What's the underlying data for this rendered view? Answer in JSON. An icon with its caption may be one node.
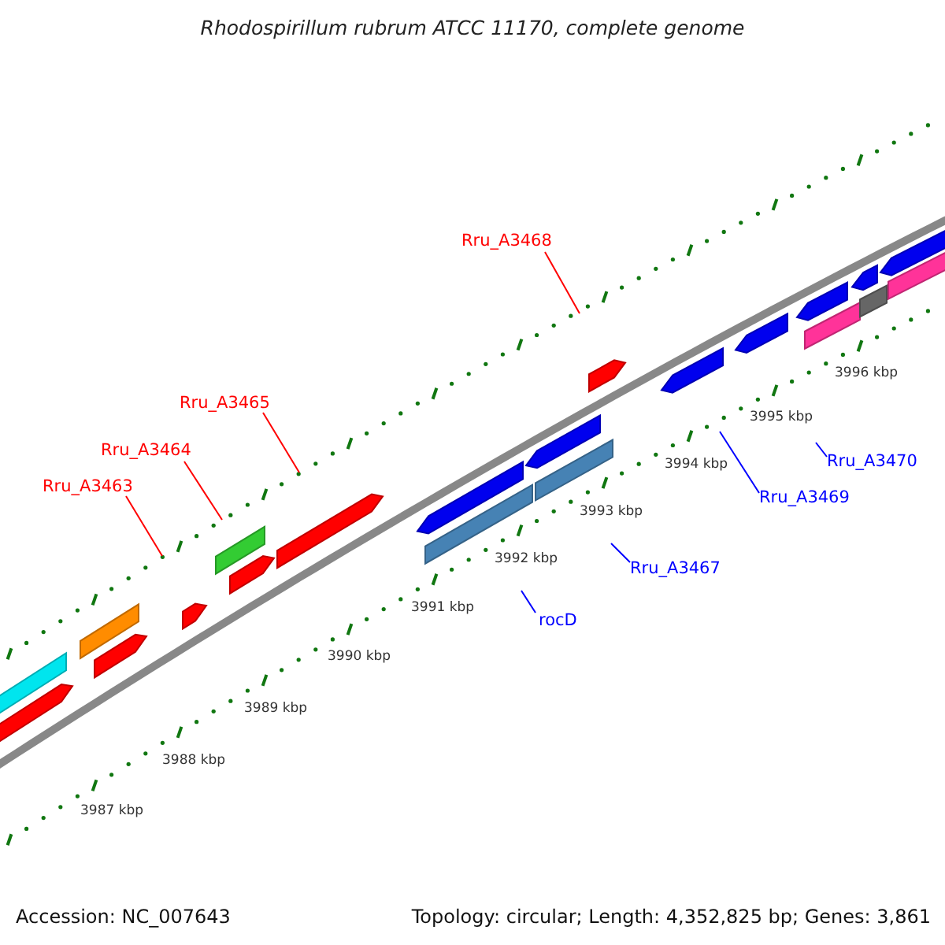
{
  "diagram": {
    "title": "Rhodospirillum rubrum ATCC 11170, complete genome",
    "nodes": [
      {
        "text": [
          "Rru_A3463"
        ]
      },
      {
        "text": [
          "Rru_A3464"
        ]
      },
      {
        "text": [
          "Rru_A3465"
        ]
      },
      {
        "text": [
          "Rru_A3468"
        ]
      },
      {
        "text": [
          "rocD"
        ]
      },
      {
        "text": [
          "Rru_A3467"
        ]
      },
      {
        "text": [
          "Rru_A3469"
        ]
      },
      {
        "text": [
          "Rru_A3470"
        ]
      }
    ],
    "edges": [
      {
        "from": 0,
        "to": null,
        "arrow": "none",
        "color": "#ff0000"
      },
      {
        "from": 1,
        "to": null,
        "arrow": "none",
        "color": "#ff0000"
      },
      {
        "from": 2,
        "to": null,
        "arrow": "none",
        "color": "#ff0000"
      },
      {
        "from": 3,
        "to": null,
        "arrow": "none",
        "color": "#ff0000"
      },
      {
        "from": 4,
        "to": null,
        "arrow": "none",
        "color": "#0000ff"
      },
      {
        "from": 5,
        "to": null,
        "arrow": "none",
        "color": "#0000ff"
      },
      {
        "from": 6,
        "to": null,
        "arrow": "none",
        "color": "#0000ff"
      },
      {
        "from": 7,
        "to": null,
        "arrow": "none",
        "color": "#0000ff"
      }
    ],
    "labels": [
      "3996 kbp",
      "3995 kbp",
      "3994 kbp",
      "3993 kbp",
      "3992 kbp",
      "3991 kbp",
      "3990 kbp",
      "3989 kbp",
      "3988 kbp",
      "3987 kbp",
      "Accession: NC_007643",
      "Topology: circular; Length: 4,352,825 bp; Genes: 3,861"
    ]
  }
}
